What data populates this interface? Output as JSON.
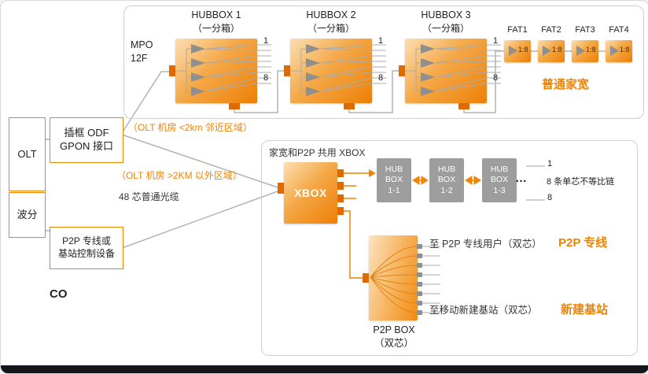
{
  "colors": {
    "accent": "#F08300",
    "connector_tab": "#E06A00",
    "hub_gray": "#9D9D9D",
    "line_gray": "#B3B3B3",
    "footer_bar": "#15151C"
  },
  "left_panel": {
    "olt_label": "OLT",
    "wdm_label": "波分",
    "odf_line1": "插框 ODF",
    "odf_line2": "GPON 接口",
    "p2p_ctrl_line1": "P2P 专线或",
    "p2p_ctrl_line2": "基站控制设备",
    "co_label": "CO"
  },
  "top_section": {
    "mpo_line1": "MPO",
    "mpo_line2": "12F",
    "zone_label": "（OLT 机房 <2km 邻近区域）",
    "broadband_label": "普通家宽",
    "hubboxes": [
      {
        "title": "HUBBOX 1",
        "subtitle": "（一分箱）",
        "port_top": "1",
        "port_bottom": "8"
      },
      {
        "title": "HUBBOX 2",
        "subtitle": "（一分箱）",
        "port_top": "1",
        "port_bottom": "8"
      },
      {
        "title": "HUBBOX 3",
        "subtitle": "（一分箱）",
        "port_top": "1",
        "port_bottom": "8"
      }
    ],
    "fats": [
      {
        "label": "FAT1",
        "ratio": "1:8"
      },
      {
        "label": "FAT2",
        "ratio": "1:8"
      },
      {
        "label": "FAT3",
        "ratio": "1:8"
      },
      {
        "label": "FAT4",
        "ratio": "1:8"
      }
    ]
  },
  "bottom_section": {
    "zone_label": "（OLT 机房 >2KM 以外区域）",
    "cable_label": "48 芯普通光缆",
    "section_title": "家宽和P2P 共用 XBOX",
    "xbox_label": "XBOX",
    "hub_boxes": [
      {
        "line1": "HUB",
        "line2": "BOX",
        "line3": "1-1"
      },
      {
        "line1": "HUB",
        "line2": "BOX",
        "line3": "1-2"
      },
      {
        "line1": "HUB",
        "line2": "BOX",
        "line3": "1-3"
      }
    ],
    "ellipsis": "…",
    "chain_top": "1",
    "chain_bottom": "8",
    "chain_label": "8 条单芯不等比链",
    "p2p_user_label": "至 P2P 专线用户（双芯）",
    "p2p_line_label": "P2P 专线",
    "station_label": "至移动新建基站（双芯）",
    "station_bold": "新建基站",
    "p2pbox_line1": "P2P BOX",
    "p2pbox_line2": "（双芯）"
  }
}
